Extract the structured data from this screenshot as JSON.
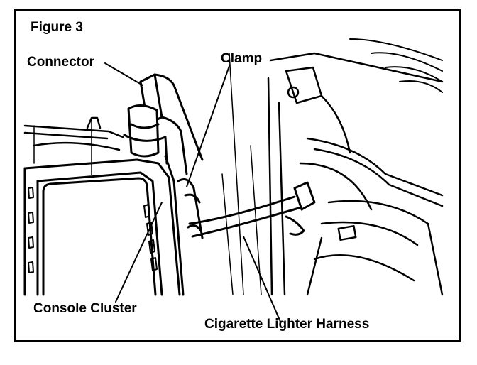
{
  "figure": {
    "title": "Figure 3",
    "callouts": {
      "connector": "Connector",
      "clamp": "Clamp",
      "console_cluster": "Console Cluster",
      "harness": "Cigarette Lighter Harness"
    }
  },
  "colors": {
    "ink": "#000000",
    "paper": "#ffffff"
  }
}
